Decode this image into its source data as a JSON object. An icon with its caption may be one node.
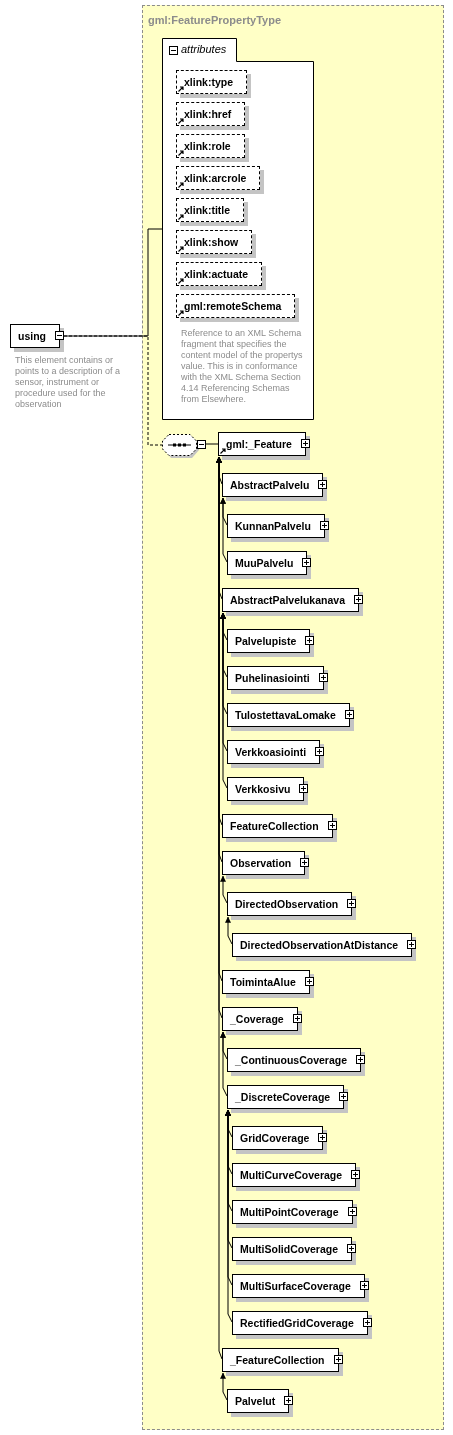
{
  "diagram": {
    "nodes": [
      {
        "text": [
          "using"
        ],
        "beside": [
          "This element contains or points to a description of a sensor, instrument or procedure used for the observation"
        ]
      },
      {
        "text": [
          "gml:FeaturePropertyType"
        ]
      },
      {
        "text": [
          "attributes"
        ],
        "in": 1
      },
      {
        "text": [
          "xlink:type"
        ],
        "in": 2
      },
      {
        "text": [
          "xlink:href"
        ],
        "in": 2
      },
      {
        "text": [
          "xlink:role"
        ],
        "in": 2
      },
      {
        "text": [
          "xlink:arcrole"
        ],
        "in": 2
      },
      {
        "text": [
          "xlink:title"
        ],
        "in": 2
      },
      {
        "text": [
          "xlink:show"
        ],
        "in": 2
      },
      {
        "text": [
          "xlink:actuate"
        ],
        "in": 2
      },
      {
        "text": [
          "gml:remoteSchema"
        ],
        "in": 2,
        "beside": [
          "Reference to an XML Schema fragment that specifies the content model of the propertys value. This is in conformance with the XML Schema Section 4.14 Referencing Schemas from Elsewhere."
        ]
      },
      {
        "text": [],
        "shape": "octagon",
        "in": 1
      },
      {
        "text": [
          "gml:_Feature"
        ],
        "in": 1
      },
      {
        "text": [
          "AbstractPalvelu"
        ],
        "in": 1
      },
      {
        "text": [
          "KunnanPalvelu"
        ],
        "in": 1
      },
      {
        "text": [
          "MuuPalvelu"
        ],
        "in": 1
      },
      {
        "text": [
          "AbstractPalvelukanava"
        ],
        "in": 1
      },
      {
        "text": [
          "Palvelupiste"
        ],
        "in": 1
      },
      {
        "text": [
          "Puhelinasiointi"
        ],
        "in": 1
      },
      {
        "text": [
          "TulostettavaLomake"
        ],
        "in": 1
      },
      {
        "text": [
          "Verkkoasiointi"
        ],
        "in": 1
      },
      {
        "text": [
          "Verkkosivu"
        ],
        "in": 1
      },
      {
        "text": [
          "FeatureCollection"
        ],
        "in": 1
      },
      {
        "text": [
          "Observation"
        ],
        "in": 1
      },
      {
        "text": [
          "DirectedObservation"
        ],
        "in": 1
      },
      {
        "text": [
          "DirectedObservationAtDistance"
        ],
        "in": 1
      },
      {
        "text": [
          "ToimintaAlue"
        ],
        "in": 1
      },
      {
        "text": [
          "_Coverage"
        ],
        "in": 1
      },
      {
        "text": [
          "_ContinuousCoverage"
        ],
        "in": 1
      },
      {
        "text": [
          "_DiscreteCoverage"
        ],
        "in": 1
      },
      {
        "text": [
          "GridCoverage"
        ],
        "in": 1
      },
      {
        "text": [
          "MultiCurveCoverage"
        ],
        "in": 1
      },
      {
        "text": [
          "MultiPointCoverage"
        ],
        "in": 1
      },
      {
        "text": [
          "MultiSolidCoverage"
        ],
        "in": 1
      },
      {
        "text": [
          "MultiSurfaceCoverage"
        ],
        "in": 1
      },
      {
        "text": [
          "RectifiedGridCoverage"
        ],
        "in": 1
      },
      {
        "text": [
          "_FeatureCollection"
        ],
        "in": 1
      },
      {
        "text": [
          "Palvelut"
        ],
        "in": 1
      }
    ],
    "edges": [
      {
        "from": 0,
        "to": 2,
        "arrow": "none"
      },
      {
        "from": 0,
        "to": 11,
        "arrow": "none",
        "style": "dashed"
      },
      {
        "from": 11,
        "to": 12,
        "arrow": "none"
      },
      {
        "from": 13,
        "to": 12,
        "arrow": "to"
      },
      {
        "from": 14,
        "to": 13,
        "arrow": "to"
      },
      {
        "from": 15,
        "to": 13,
        "arrow": "to"
      },
      {
        "from": 16,
        "to": 12,
        "arrow": "to"
      },
      {
        "from": 17,
        "to": 16,
        "arrow": "to"
      },
      {
        "from": 18,
        "to": 16,
        "arrow": "to"
      },
      {
        "from": 19,
        "to": 16,
        "arrow": "to"
      },
      {
        "from": 20,
        "to": 16,
        "arrow": "to"
      },
      {
        "from": 21,
        "to": 16,
        "arrow": "to"
      },
      {
        "from": 22,
        "to": 12,
        "arrow": "to"
      },
      {
        "from": 23,
        "to": 12,
        "arrow": "to"
      },
      {
        "from": 24,
        "to": 23,
        "arrow": "to"
      },
      {
        "from": 25,
        "to": 24,
        "arrow": "to"
      },
      {
        "from": 26,
        "to": 12,
        "arrow": "to"
      },
      {
        "from": 27,
        "to": 12,
        "arrow": "to"
      },
      {
        "from": 28,
        "to": 27,
        "arrow": "to"
      },
      {
        "from": 29,
        "to": 27,
        "arrow": "to"
      },
      {
        "from": 30,
        "to": 29,
        "arrow": "to"
      },
      {
        "from": 31,
        "to": 29,
        "arrow": "to"
      },
      {
        "from": 32,
        "to": 29,
        "arrow": "to"
      },
      {
        "from": 33,
        "to": 29,
        "arrow": "to"
      },
      {
        "from": 34,
        "to": 29,
        "arrow": "to"
      },
      {
        "from": 35,
        "to": 29,
        "arrow": "to"
      },
      {
        "from": 36,
        "to": 12,
        "arrow": "to"
      },
      {
        "from": 37,
        "to": 36,
        "arrow": "to"
      }
    ]
  }
}
